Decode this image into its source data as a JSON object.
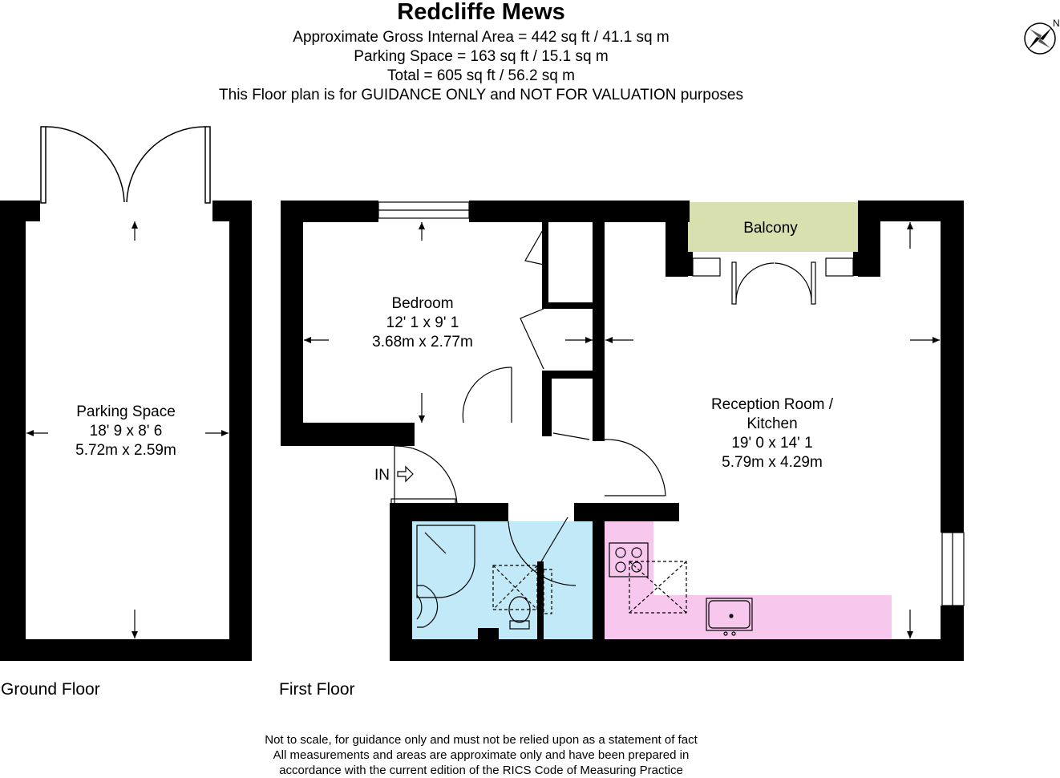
{
  "header": {
    "title": "Redcliffe Mews",
    "lines": [
      "Approximate Gross Internal Area = 442 sq ft / 41.1 sq m",
      "Parking Space = 163 sq ft / 15.1 sq m",
      "Total = 605 sq ft / 56.2 sq m",
      "This Floor plan is for GUIDANCE ONLY and NOT FOR VALUATION purposes"
    ]
  },
  "compass": {
    "label": "N"
  },
  "rooms": {
    "parking": {
      "name": "Parking Space",
      "imperial": "18' 9 x 8' 6",
      "metric": "5.72m x 2.59m"
    },
    "bedroom": {
      "name": "Bedroom",
      "imperial": "12' 1 x 9' 1",
      "metric": "3.68m x 2.77m"
    },
    "reception": {
      "name1": "Reception Room /",
      "name2": "Kitchen",
      "imperial": "19' 0 x 14' 1",
      "metric": "5.79m x 4.29m"
    },
    "balcony": {
      "name": "Balcony"
    }
  },
  "entrance": {
    "label": "IN"
  },
  "floors": {
    "ground": "Ground Floor",
    "first": "First Floor"
  },
  "footer": {
    "lines": [
      "Not to scale, for guidance only and must not be relied upon as a statement of fact",
      "All measurements and areas are approximate only and have been prepared in",
      "accordance with the current edition of the RICS Code of Measuring Practice"
    ]
  },
  "colors": {
    "wall": "#000000",
    "balcony": "#d9e0b0",
    "bathroom": "#c2e9f7",
    "kitchen": "#f7c7ee"
  }
}
